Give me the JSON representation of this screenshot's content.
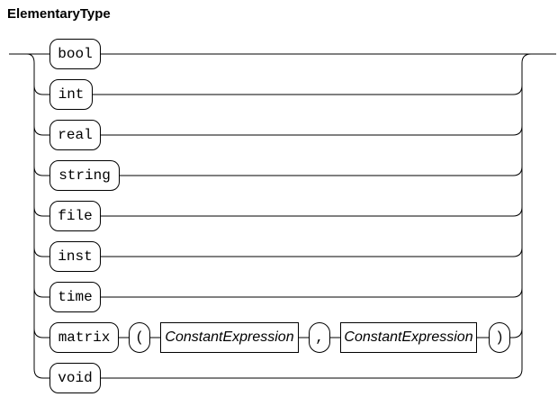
{
  "title": "ElementaryType",
  "diagram": {
    "type": "railroad-syntax-diagram",
    "rule_name": "ElementaryType",
    "rows": [
      {
        "label": "bool",
        "kind": "terminal"
      },
      {
        "label": "int",
        "kind": "terminal"
      },
      {
        "label": "real",
        "kind": "terminal"
      },
      {
        "label": "string",
        "kind": "terminal"
      },
      {
        "label": "file",
        "kind": "terminal"
      },
      {
        "label": "inst",
        "kind": "terminal"
      },
      {
        "label": "time",
        "kind": "terminal"
      },
      {
        "label": "matrix",
        "kind": "terminal"
      },
      {
        "label": "void",
        "kind": "terminal"
      }
    ],
    "matrix_row": {
      "lparen": "(",
      "arg1": "ConstantExpression",
      "comma": ",",
      "arg2": "ConstantExpression",
      "rparen": ")"
    }
  },
  "colors": {
    "line": "#000000",
    "text": "#000000",
    "background": "#ffffff"
  }
}
